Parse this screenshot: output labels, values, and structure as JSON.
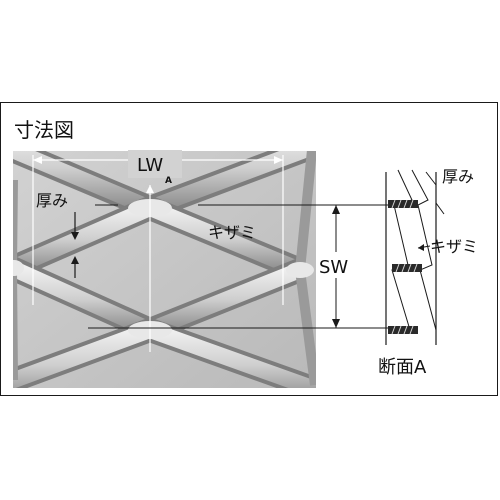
{
  "title": "寸法図",
  "labels": {
    "lw": "LW",
    "lw_sub": "A",
    "thickness_left": "厚み",
    "kizami_mesh": "キザミ",
    "sw": "SW",
    "thickness_right": "厚み",
    "kizami_section": "キザミ",
    "section": "断面A"
  },
  "colors": {
    "photo_bg": "#c9c9c9",
    "mesh_metal": "#d6d6d6",
    "mesh_shadow": "#8f8f8f",
    "line": "#1a1a1a",
    "strip_fill": "#2a2a2a"
  }
}
